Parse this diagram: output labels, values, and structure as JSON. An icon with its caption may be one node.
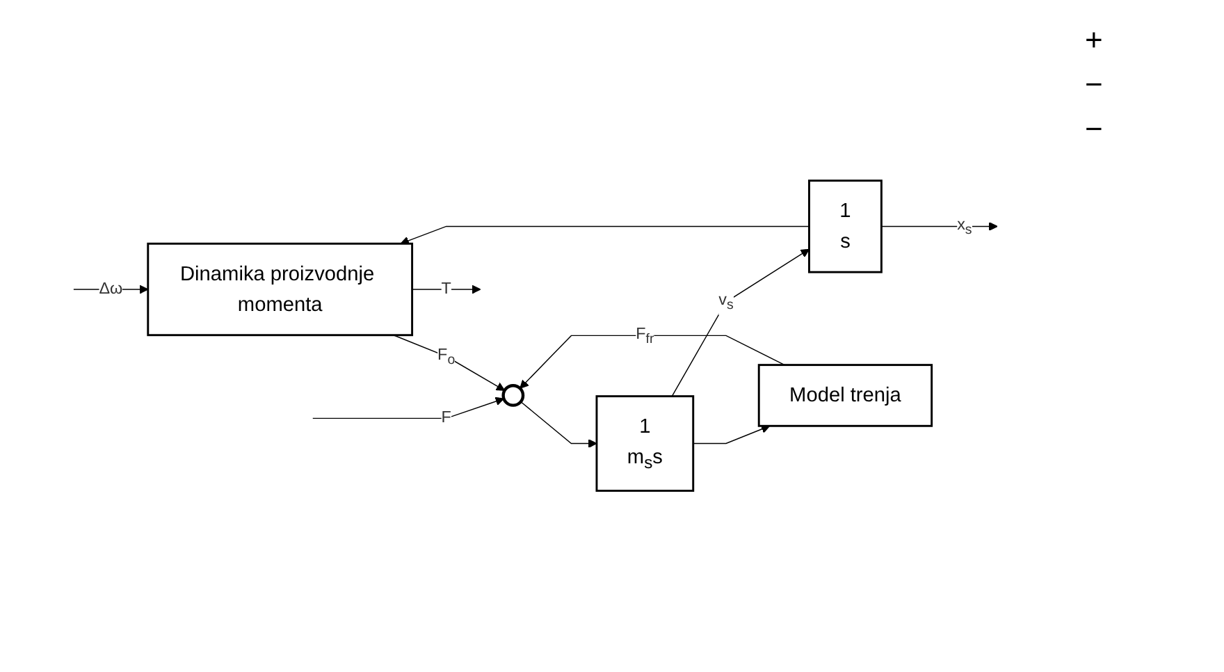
{
  "diagram": {
    "nodes": [
      {
        "text": [
          "Dinamika proizvodnje momenta"
        ]
      },
      {
        "text": [],
        "shape": "circle"
      },
      {
        "text": [
          "1",
          "m$_{s}$s"
        ]
      },
      {
        "text": [
          "1",
          "s"
        ]
      },
      {
        "text": [
          "Model trenja"
        ]
      }
    ],
    "edges": [
      {
        "from": null,
        "to": 1,
        "arrow": "to",
        "label": "F"
      },
      {
        "from": 0,
        "to": null,
        "arrow": "to",
        "label": "T"
      },
      {
        "from": null,
        "to": 0,
        "arrow": "to",
        "label": "Δω"
      },
      {
        "from": 0,
        "to": 1,
        "arrow": "to",
        "label": "F$_{o}$"
      },
      {
        "from": 1,
        "to": 2,
        "arrow": "to"
      },
      {
        "from": 2,
        "to": 3,
        "arrow": "to",
        "label": "v$_{s}$"
      },
      {
        "from": 3,
        "to": null,
        "arrow": "to",
        "label": "x$_{s}$"
      },
      {
        "from": 3,
        "to": 0,
        "arrow": "to"
      },
      {
        "from": 2,
        "to": 4,
        "arrow": "to"
      },
      {
        "from": 4,
        "to": 1,
        "arrow": "to",
        "label": "F$_{fr}$"
      }
    ],
    "labels": [
      "+",
      "−",
      "−"
    ]
  }
}
